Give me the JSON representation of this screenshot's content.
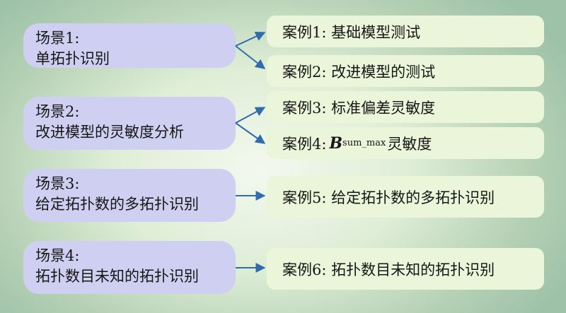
{
  "scenes": [
    {
      "line1": "场景1:",
      "line2": "单拓扑识别"
    },
    {
      "line1": "场景2:",
      "line2": "改进模型的灵敏度分析"
    },
    {
      "line1": "场景3:",
      "line2": "给定拓扑数的多拓扑识别"
    },
    {
      "line1": "场景4:",
      "line2": "拓扑数目未知的拓扑识别"
    }
  ],
  "cases": [
    {
      "text": "案例1: 基础模型测试"
    },
    {
      "text": "案例2: 改进模型的测试"
    },
    {
      "text": "案例3: 标准偏差灵敏度"
    },
    {
      "prefix": "案例4: ",
      "symbol": "B",
      "subscript": "sum_max",
      "suffix": "灵敏度"
    },
    {
      "text": "案例5: 给定拓扑数的多拓扑识别"
    },
    {
      "text": "案例6: 拓扑数目未知的拓扑识别"
    }
  ],
  "colors": {
    "scene_fill": "#cfcff2",
    "case_fill": "#eaf5d9",
    "arrow": "#2f6cae"
  }
}
